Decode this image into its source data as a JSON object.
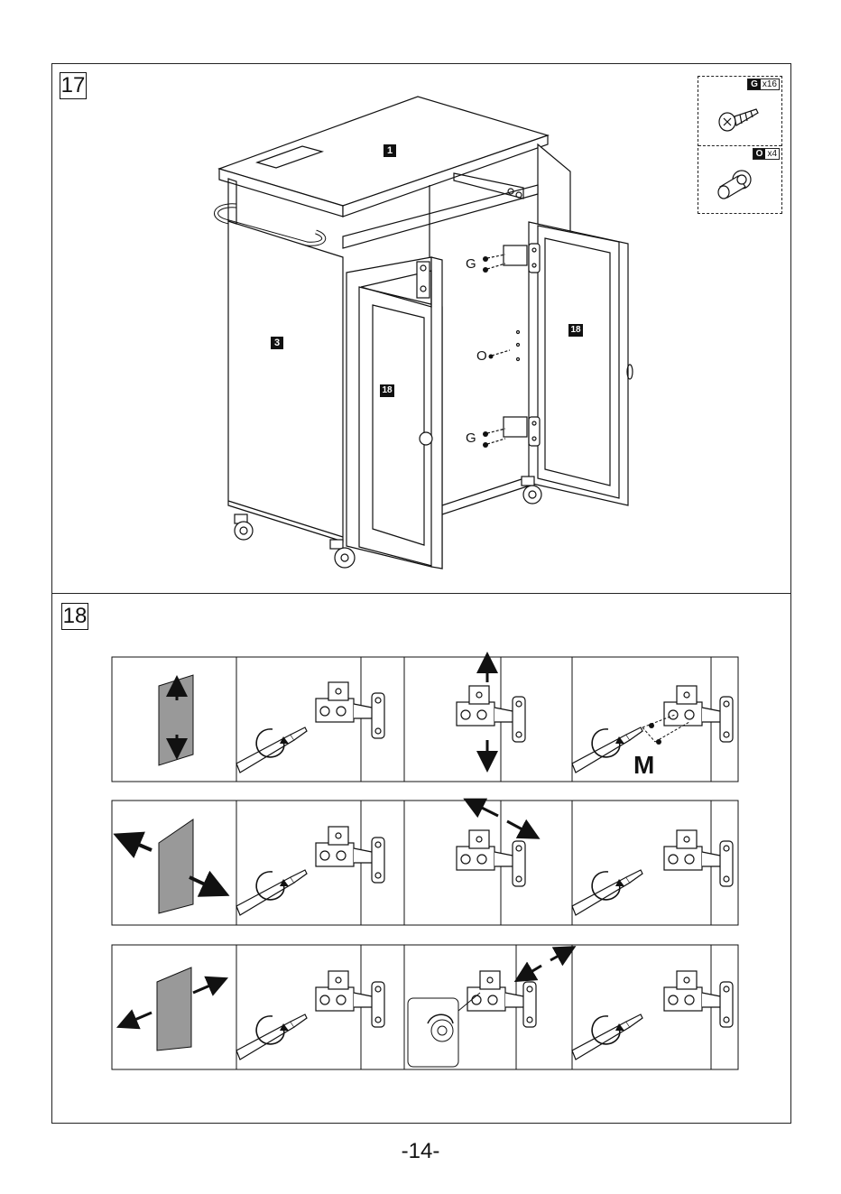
{
  "page_number": "-14-",
  "step17": {
    "number": "17",
    "part_labels": {
      "top": "1",
      "side": "3",
      "door_left": "18",
      "door_right": "18"
    },
    "callouts": {
      "hinge_top_screw": "G",
      "knob": "O",
      "hinge_bottom_screw": "G"
    },
    "hardware": [
      {
        "letter": "G",
        "qty": "x16",
        "icon": "screw-icon"
      },
      {
        "letter": "O",
        "qty": "x4",
        "icon": "knob-icon"
      }
    ]
  },
  "step18": {
    "number": "18",
    "screw_label": "M",
    "rows": [
      {
        "adjustment": "vertical",
        "icon": "vertical-arrows-icon"
      },
      {
        "adjustment": "lateral",
        "icon": "diagonal-arrows-icon"
      },
      {
        "adjustment": "depth",
        "icon": "depth-arrows-icon"
      }
    ]
  }
}
